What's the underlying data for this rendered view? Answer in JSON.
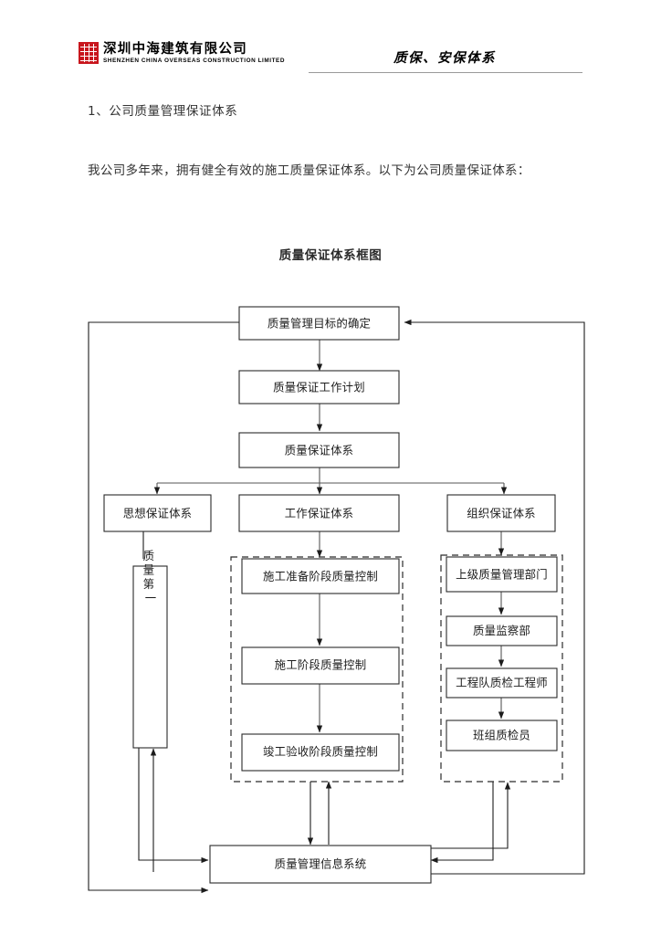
{
  "header": {
    "logo_cn": "深圳中海建筑有限公司",
    "logo_en": "SHENZHEN CHINA OVERSEAS CONSTRUCTION LIMITED",
    "title": "质保、安保体系",
    "logo_color": "#c8161d"
  },
  "body": {
    "section_heading": "1、公司质量管理保证体系",
    "intro_paragraph": "我公司多年来，拥有健全有效的施工质量保证体系。以下为公司质量保证体系："
  },
  "chart_data": {
    "type": "diagram",
    "title": "质量保证体系框图",
    "nodes": {
      "goal": "质量管理目标的确定",
      "plan": "质量保证工作计划",
      "system": "质量保证体系",
      "branch_ideology": "思想保证体系",
      "branch_work": "工作保证体系",
      "branch_org": "组织保证体系",
      "quality_first": "质量第一",
      "work_1": "施工准备阶段质量控制",
      "work_2": "施工阶段质量控制",
      "work_3": "竣工验收阶段质量控制",
      "org_1": "上级质量管理部门",
      "org_2": "质量监察部",
      "org_3": "工程队质检工程师",
      "org_4": "班组质检员",
      "info_system": "质量管理信息系统"
    }
  }
}
